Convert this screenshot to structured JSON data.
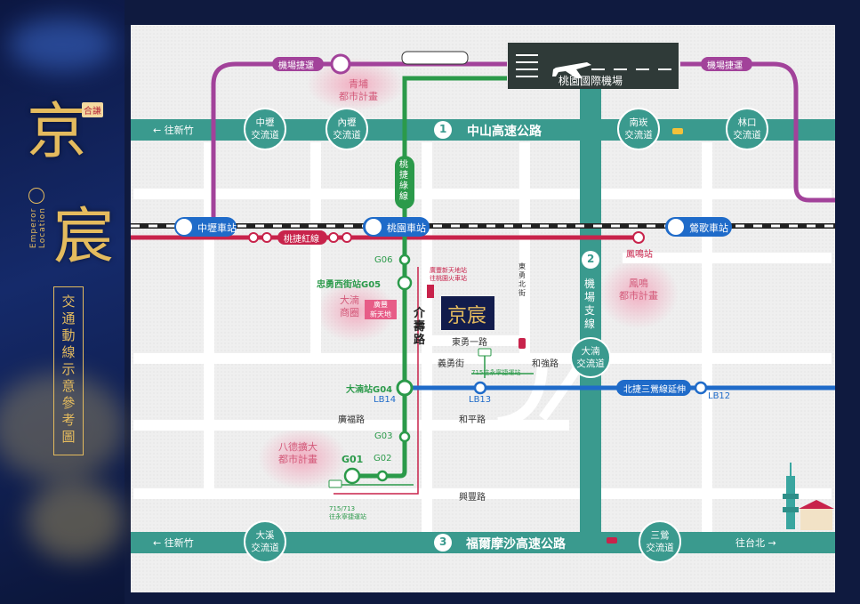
{
  "brand": {
    "tag": "合謙",
    "name_char1": "京",
    "name_char2": "宸",
    "name_en": "Emperor Location"
  },
  "side_title": "交通動線示意參考圖",
  "highways": {
    "h1_label": "中山高速公路",
    "h1_num": "1",
    "h3_label": "福爾摩沙高速公路",
    "h3_num": "3",
    "h2_label": "機場支線",
    "h2_num": "2",
    "to_xinzhu_top": "往新竹",
    "to_xinzhu_bottom": "往新竹",
    "to_taipei": "往台北"
  },
  "interchanges": {
    "zhongli": "中壢\n交流道",
    "neili": "內壢\n交流道",
    "nankan": "南崁\n交流道",
    "linkou": "林口\n交流道",
    "dayuan": "大湳\n交流道",
    "daxi": "大溪\n交流道",
    "sanying": "三鶯\n交流道"
  },
  "airport": {
    "name": "桃園國際機場",
    "mrt_label_left": "機場捷運",
    "mrt_label_right": "機場捷運"
  },
  "rail": {
    "zhongli_station": "中壢車站",
    "taoyuan_station": "桃園車站",
    "yingge_station": "鶯歌車站",
    "red_line": "桃捷紅線",
    "fengming_station": "鳳鳴站"
  },
  "green_line": {
    "label": "桃捷綠線",
    "stations": [
      "G06",
      "忠勇西街站G05",
      "大湳站G04",
      "G03",
      "G02",
      "G01"
    ]
  },
  "blue_line": {
    "label": "北捷三鶯線延伸",
    "stations": [
      "LB14",
      "LB13",
      "LB12"
    ]
  },
  "roads": {
    "jieshou": "介壽路",
    "dongyong_1": "東勇一路",
    "dongyong_bei": "東勇北街",
    "yiyong": "義勇街",
    "heqiang": "和強路",
    "guangfu": "廣福路",
    "heping": "和平路",
    "xingfeng": "興豐路"
  },
  "areas": {
    "qingpu": "青埔\n都市計畫",
    "fengming": "鳳鳴\n都市計畫",
    "dayuan_business": "大湳\n商圈",
    "guangfeng": "廣豐\n新天地",
    "bade": "八德擴大\n都市計畫"
  },
  "bus": {
    "b1": "715往永寧捷運站",
    "b2": "715/713\n往永寧捷運站",
    "b3": "廣豐新天地站\n往桃園火車站"
  },
  "site": {
    "label": "京宸"
  },
  "colors": {
    "highway": "#3a9a8e",
    "green_line": "#2b9a4a",
    "blue_line": "#1f6bc9",
    "red_line": "#c8234b",
    "purple_line": "#a2429a",
    "navy": "#121c4c"
  }
}
